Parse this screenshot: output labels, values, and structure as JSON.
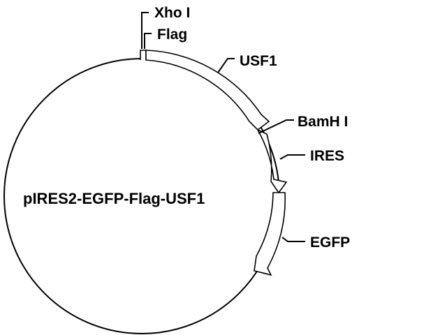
{
  "plasmid": {
    "name": "pIRES2-EGFP-Flag-USF1"
  },
  "sites": [
    {
      "id": "xho",
      "label": "Xho I"
    },
    {
      "id": "flag",
      "label": "Flag"
    },
    {
      "id": "bamh",
      "label": "BamH I"
    }
  ],
  "features": [
    {
      "id": "usf1",
      "label": "USF1"
    },
    {
      "id": "ires",
      "label": "IRES"
    },
    {
      "id": "egfp",
      "label": "EGFP"
    }
  ],
  "colors": {
    "stroke": "#000000",
    "fill": "#ffffff",
    "background": "#ffffff"
  }
}
